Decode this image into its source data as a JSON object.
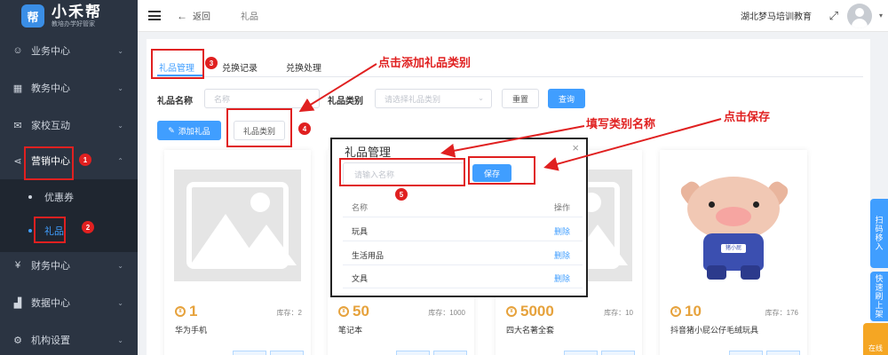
{
  "brand": {
    "logo_glyph": "帮",
    "name": "小禾帮",
    "subtitle": "教培办学好管家"
  },
  "sidebar": {
    "items": [
      {
        "label": "业务中心",
        "icon": "user-icon"
      },
      {
        "label": "教务中心",
        "icon": "grid-icon"
      },
      {
        "label": "家校互动",
        "icon": "chat-icon"
      },
      {
        "label": "营销中心",
        "icon": "share-icon"
      },
      {
        "label": "财务中心",
        "icon": "money-icon"
      },
      {
        "label": "数据中心",
        "icon": "chart-icon"
      },
      {
        "label": "机构设置",
        "icon": "settings-icon"
      }
    ],
    "sub_items": [
      {
        "label": "优惠券"
      },
      {
        "label": "礼品"
      }
    ]
  },
  "header": {
    "back_label": "返回",
    "crumb": "礼品",
    "org_name": "湖北梦马培训教育"
  },
  "tabs": [
    {
      "label": "礼品管理"
    },
    {
      "label": "兑换记录"
    },
    {
      "label": "兑换处理"
    }
  ],
  "filters": {
    "name_label": "礼品名称",
    "name_placeholder": "名称",
    "category_label": "礼品类别",
    "category_placeholder": "请选择礼品类别",
    "reset_label": "重置",
    "query_label": "查询"
  },
  "actions": {
    "add_gift_label": "添加礼品",
    "category_label": "礼品类别"
  },
  "cards": [
    {
      "price": "1",
      "stock": "库存：2",
      "name": "华为手机",
      "image": "placeholder"
    },
    {
      "price": "50",
      "stock": "库存：1000",
      "name": "笔记本",
      "image": "placeholder"
    },
    {
      "price": "5000",
      "stock": "库存：10",
      "name": "四大名著全套",
      "image": "placeholder"
    },
    {
      "price": "10",
      "stock": "库存：176",
      "name": "抖音猪小屁公仔毛绒玩具",
      "image": "pig"
    }
  ],
  "pig_badge": "猪小屁",
  "modal": {
    "title": "礼品管理",
    "input_placeholder": "请输入名称",
    "save_label": "保存",
    "col_name": "名称",
    "col_action": "操作",
    "rows": [
      {
        "name": "玩具",
        "action": "删除"
      },
      {
        "name": "生活用品",
        "action": "删除"
      },
      {
        "name": "文具",
        "action": "删除"
      }
    ]
  },
  "annotations": {
    "note_add_category": "点击添加礼品类别",
    "note_fill_name": "填写类别名称",
    "note_click_save": "点击保存",
    "badges": [
      "1",
      "2",
      "3",
      "4",
      "5"
    ]
  },
  "floating": {
    "tab1": "扫码移入",
    "tab2": "快速刷上架",
    "orange": "在线"
  },
  "colors": {
    "primary": "#409eff",
    "sidebar_bg": "#2b3442",
    "price": "#e6a23c",
    "annotation": "#e02020"
  }
}
